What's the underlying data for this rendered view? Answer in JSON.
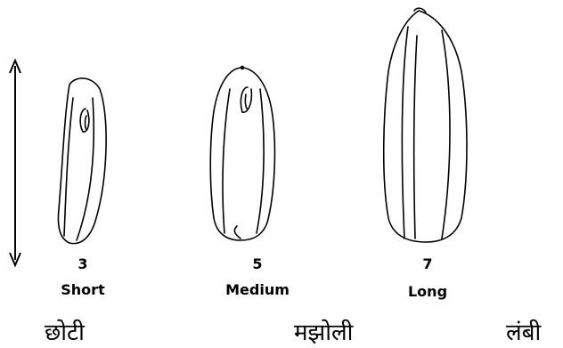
{
  "grains": [
    {
      "number": "3",
      "label": "Short",
      "hindi": "छोटी"
    },
    {
      "number": "5",
      "label": "Medium",
      "hindi": "मझोली"
    },
    {
      "number": "7",
      "label": "Long",
      "hindi": "लंबी"
    }
  ],
  "colors": {
    "ink": "#000000",
    "background": "#ffffff"
  },
  "icons": {
    "scale": "double-arrow-icon"
  }
}
